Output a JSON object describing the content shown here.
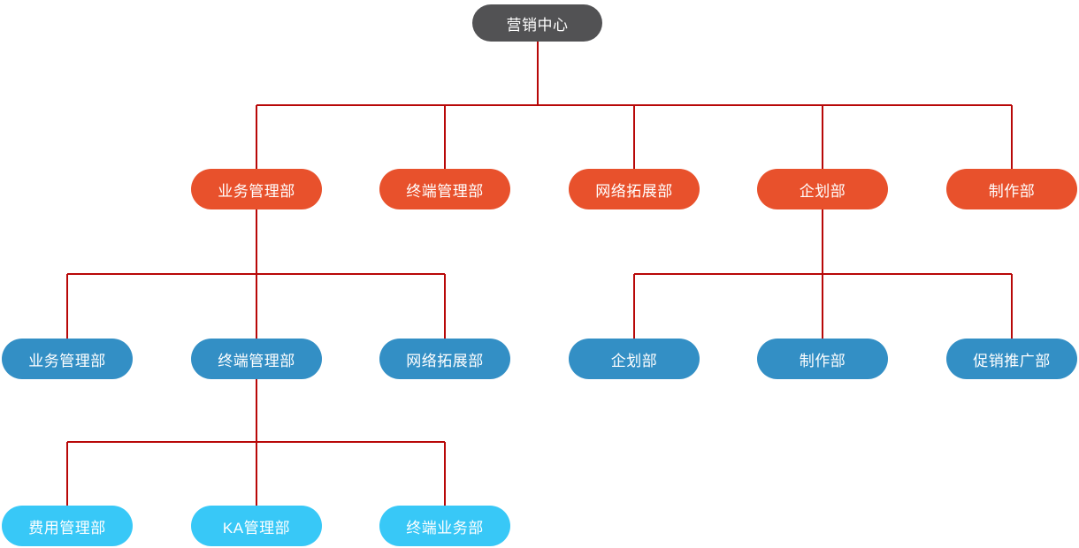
{
  "colors": {
    "background": "#ffffff",
    "root_node": "#525254",
    "level2_node": "#e8512c",
    "level3_node": "#338fc5",
    "level4_node": "#38c8f7",
    "connector_line": "#b80808",
    "node_text": "#ffffff"
  },
  "org_chart": {
    "root": {
      "label": "营销中心",
      "children": [
        {
          "label": "业务管理部",
          "children": [
            {
              "label": "业务管理部"
            },
            {
              "label": "终端管理部",
              "children": [
                {
                  "label": "费用管理部"
                },
                {
                  "label": "KA管理部"
                },
                {
                  "label": "终端业务部"
                }
              ]
            },
            {
              "label": "网络拓展部"
            }
          ]
        },
        {
          "label": "终端管理部"
        },
        {
          "label": "网络拓展部"
        },
        {
          "label": "企划部",
          "children": [
            {
              "label": "企划部"
            },
            {
              "label": "制作部"
            },
            {
              "label": "促销推广部"
            }
          ]
        },
        {
          "label": "制作部"
        }
      ]
    }
  }
}
